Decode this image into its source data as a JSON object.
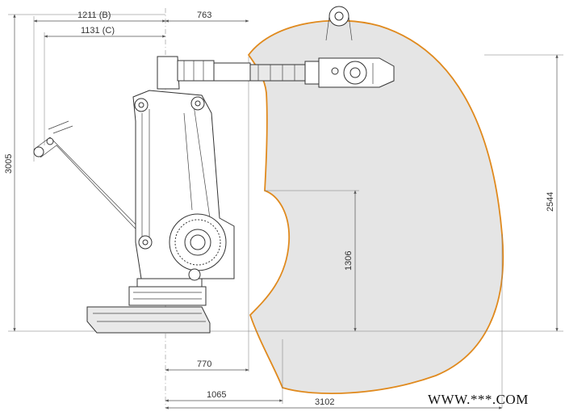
{
  "diagram": {
    "dimensions": {
      "reach_b": "1211 (B)",
      "reach_c": "1131 (C)",
      "top_763": "763",
      "height_total": "3005",
      "height_right": "2544",
      "height_mid": "1306",
      "bottom_770": "770",
      "bottom_1065": "1065",
      "bottom_3102": "3102"
    },
    "watermark": "WWW.***.COM",
    "colors": {
      "envelope_stroke": "#e08a1e",
      "envelope_fill": "#e5e5e5",
      "line": "#555555"
    }
  }
}
